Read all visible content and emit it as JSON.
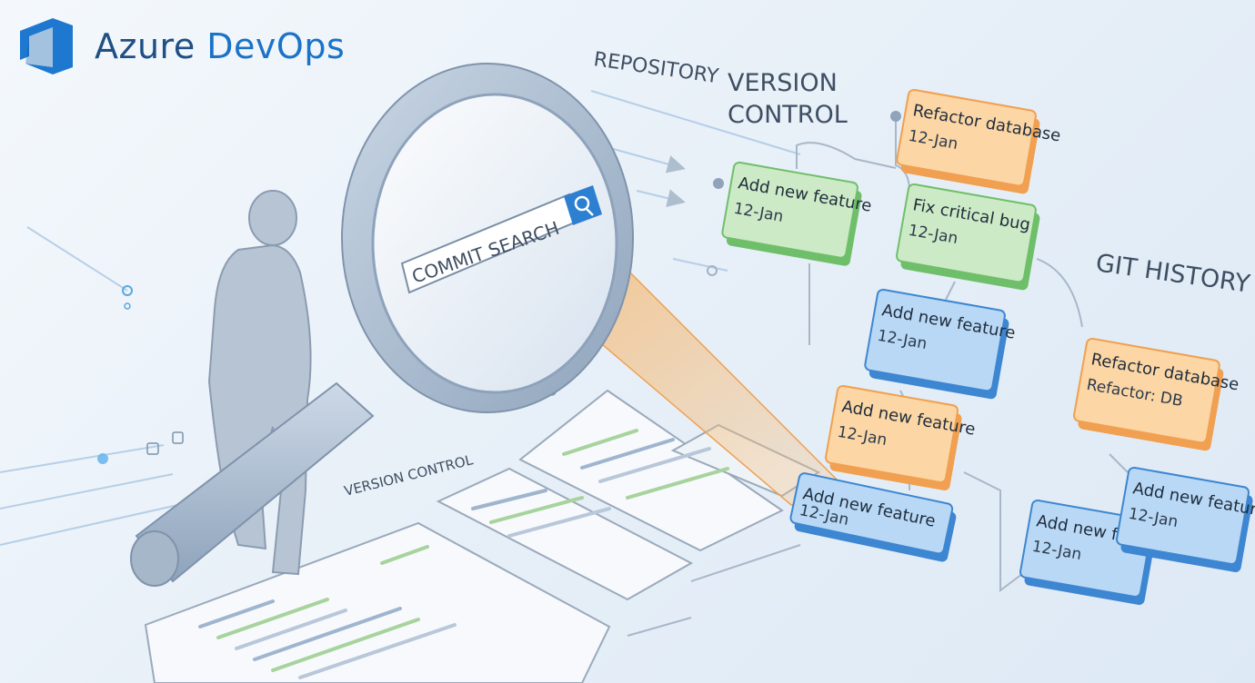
{
  "brand": {
    "name_part1": "Azure",
    "name_part2": "DevOps"
  },
  "labels": {
    "repository": "REPOSITORY",
    "version_control_big_line1": "VERSION",
    "version_control_big_line2": "CONTROL",
    "version_control_small": "VERSION CONTROL",
    "git_history": "GIT HISTORY",
    "search": "COMMIT SEARCH"
  },
  "cards": [
    {
      "title": "Refactor database",
      "sub": "12-Jan",
      "color": "orange"
    },
    {
      "title": "Add new feature",
      "sub": "12-Jan",
      "color": "green"
    },
    {
      "title": "Fix critical bug",
      "sub": "12-Jan",
      "color": "green"
    },
    {
      "title": "Add new feature",
      "sub": "12-Jan",
      "color": "blue"
    },
    {
      "title": "Refactor database",
      "sub": "Refactor: DB",
      "color": "orange"
    },
    {
      "title": "Add new feature",
      "sub": "12-Jan",
      "color": "orange"
    },
    {
      "title": "Add new feature",
      "sub": "12-Jan",
      "color": "blue"
    },
    {
      "title": "Add new feature",
      "sub": "12-Jan",
      "color": "blue"
    },
    {
      "title": "Add new feature",
      "sub": "12-Jan",
      "color": "blue"
    }
  ],
  "colors": {
    "orange_fill": "#fcd6a4",
    "orange_stroke": "#f0a050",
    "green_fill": "#cdeac6",
    "green_stroke": "#6fbf6a",
    "blue_fill": "#b8d8f6",
    "blue_stroke": "#3d86d1",
    "accent": "#1a73c9"
  }
}
